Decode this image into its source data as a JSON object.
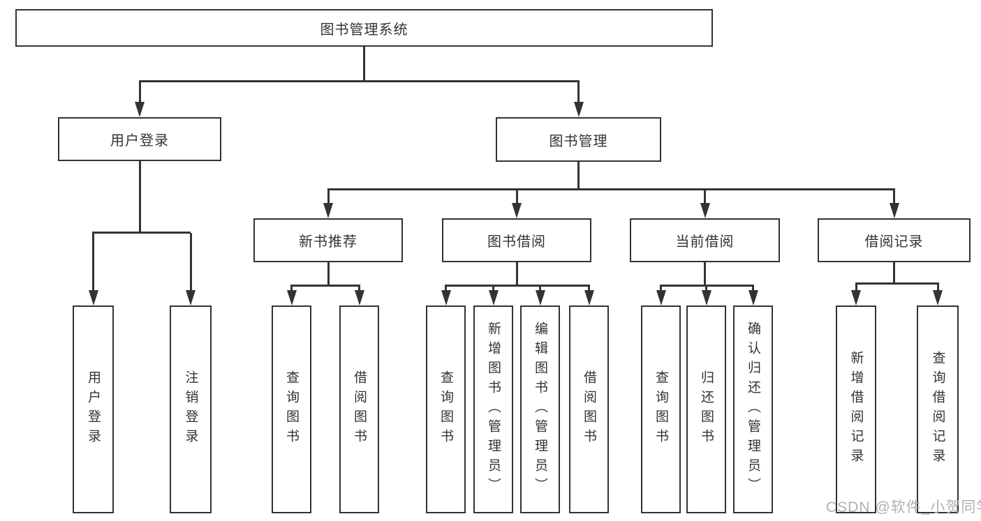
{
  "tree": {
    "root": "图书管理系统",
    "level2": [
      {
        "label": "用户登录",
        "leaves": [
          "用户登录",
          "注销登录"
        ]
      },
      {
        "label": "图书管理"
      }
    ],
    "level3": [
      {
        "label": "新书推荐",
        "leaves": [
          "查询图书",
          "借阅图书"
        ]
      },
      {
        "label": "图书借阅",
        "leaves": [
          "查询图书",
          "新增图书（管理员）",
          "编辑图书（管理员）",
          "借阅图书"
        ]
      },
      {
        "label": "当前借阅",
        "leaves": [
          "查询图书",
          "归还图书",
          "确认归还（管理员）"
        ]
      },
      {
        "label": "借阅记录",
        "leaves": [
          "新增借阅记录",
          "查询借阅记录"
        ]
      }
    ]
  },
  "watermark": {
    "text": "CSDN @软件_小贺同学",
    "color": "#b0b0b0"
  },
  "colors": {
    "line": "#333333",
    "text": "#333333",
    "background": "#ffffff"
  }
}
